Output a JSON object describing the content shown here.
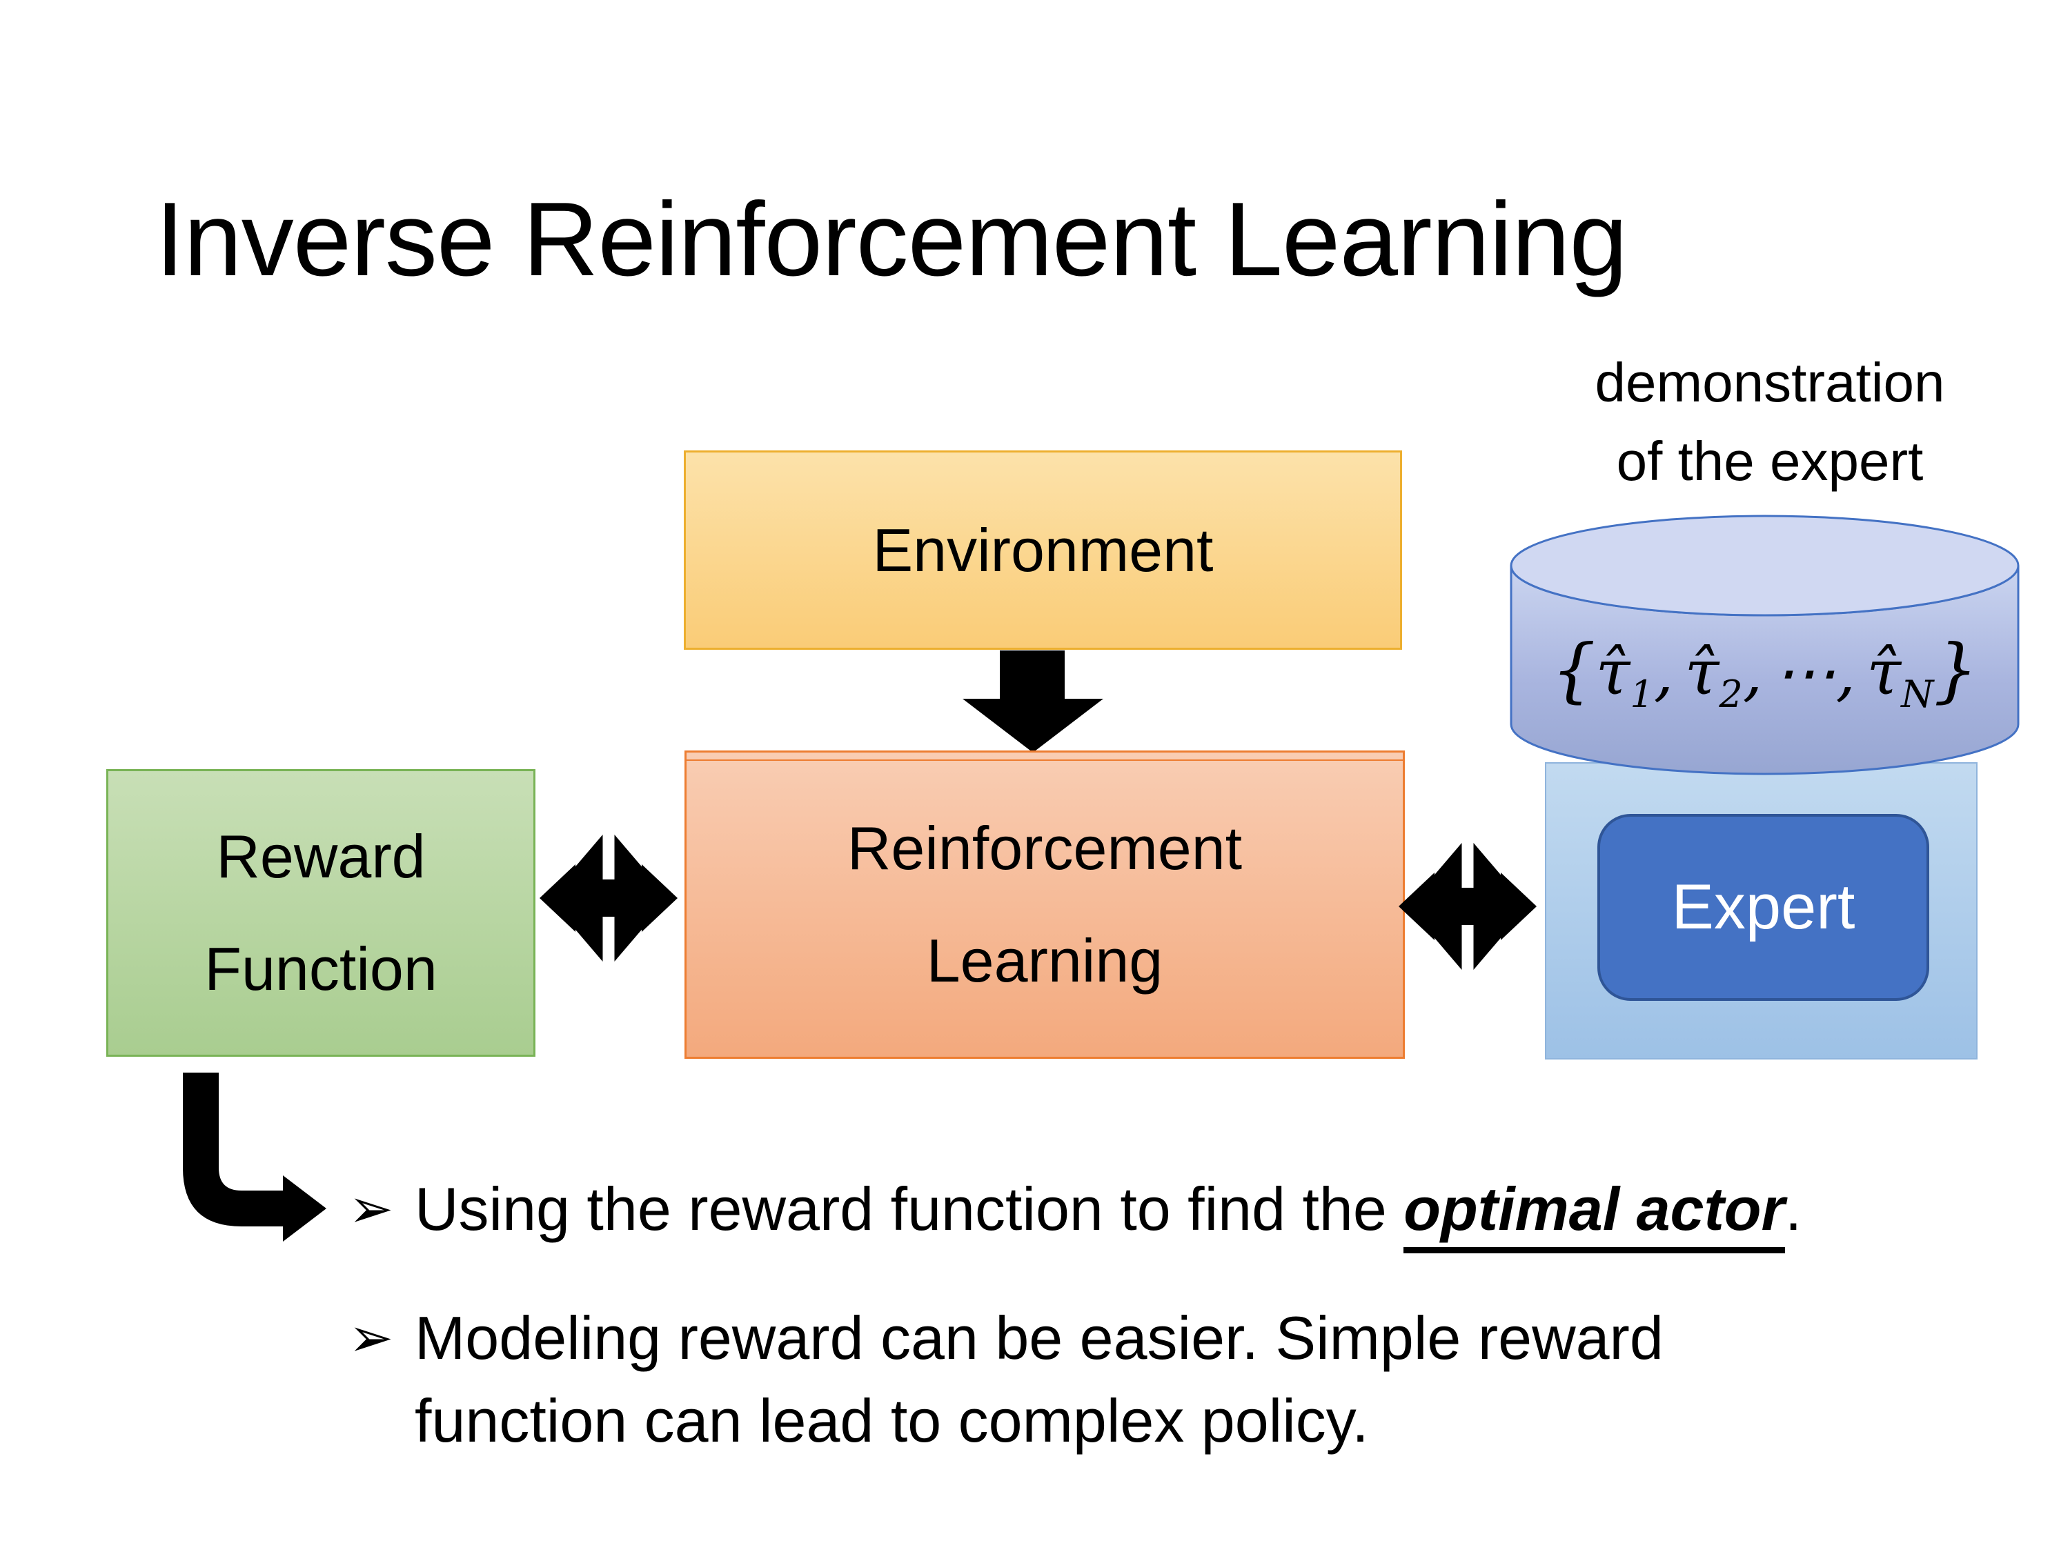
{
  "slide": {
    "title": "Inverse Reinforcement Learning",
    "background_color": "#FFFFFF",
    "text_color": "#000000"
  },
  "diagram": {
    "demo_label": {
      "line1": "demonstration",
      "line2": "of the expert"
    },
    "environment_box": {
      "label": "Environment",
      "fill_top": "#FCE2AA",
      "fill_bottom": "#FACC77",
      "border_color": "#EDAF2F"
    },
    "reward_box": {
      "line1": "Reward",
      "line2": "Function",
      "fill_top": "#C8DFB6",
      "fill_bottom": "#A9CD90",
      "border_color": "#79B356"
    },
    "rl_box": {
      "line1": "Reinforcement",
      "line2": "Learning",
      "fill_top": "#F9CDB3",
      "fill_bottom": "#F3A97D",
      "border_color": "#ED7D31"
    },
    "expert_group": {
      "fill_top": "#C2DAF0",
      "fill_bottom": "#9DC1E6",
      "border_color": "#8FB4DC"
    },
    "expert_box": {
      "label": "Expert",
      "fill": "#4472C4",
      "border_color": "#2F5597",
      "text_color": "#FFFFFF"
    },
    "database": {
      "fill_top": "#CBD5F0",
      "fill_bottom": "#97A6D2",
      "stroke": "#4472C4",
      "formula": {
        "display": "{τ̂1, τ̂2, ⋯, τ̂N}",
        "open": "{",
        "tau": "τ̂",
        "sub1": "1",
        "sub2": "2",
        "subN": "N",
        "comma": ",",
        "dots": "⋯",
        "close": "}"
      }
    },
    "arrow_color": "#000000"
  },
  "bullets": {
    "marker": "➢",
    "item1": {
      "prefix": "Using the reward function to find the ",
      "emphasis": "optimal actor",
      "suffix": "."
    },
    "item2": {
      "line1": "Modeling reward can be easier. Simple reward",
      "line2": "function can lead to complex policy."
    }
  }
}
